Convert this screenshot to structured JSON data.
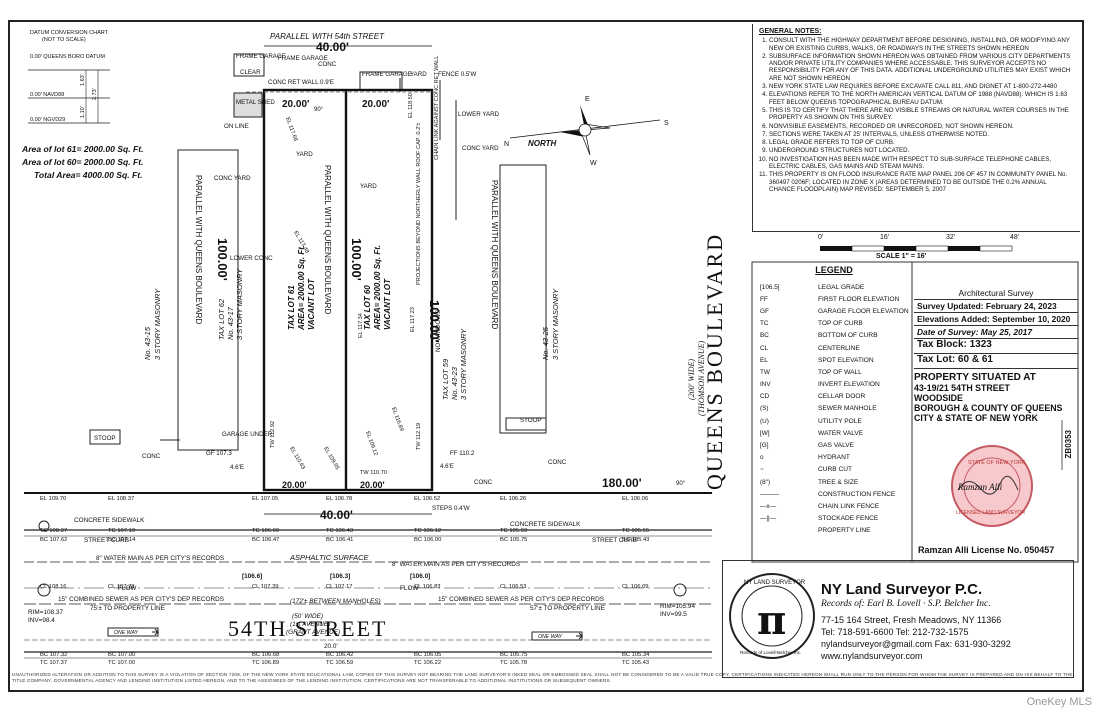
{
  "datum_chart": {
    "title": "DATUM CONVERSION CHART",
    "subtitle": "(NOT TO SCALE)",
    "queens_boro": "0.00' QUEENS BORO DATUM",
    "navd88": "0.00' NAVD88",
    "ngvd29": "0.00' NGVD29",
    "v1": "1.63'",
    "v2": "2.73'",
    "v3": "1.10'"
  },
  "areas": {
    "lot61": "Area of lot 61= 2000.00 Sq. Ft.",
    "lot60": "Area of lot 60= 2000.00 Sq. Ft.",
    "total": "Total Area= 4000.00 Sq. Ft."
  },
  "plan": {
    "top_parallel": "PARALLEL WITH 54th STREET",
    "top_dim": "40.00'",
    "lot_width_left": "20.00'",
    "lot_width_right": "20.00'",
    "bottom_width_left": "20.00'",
    "bottom_width_right": "20.00'",
    "bottom_dim": "40.00'",
    "depth_left": "100.00'",
    "depth_mid": "100.00'",
    "depth_right": "100.00'",
    "dim_180": "180.00'",
    "angle_90": "90°",
    "angle_90b": "90°",
    "parallel_qb": "PARALLEL WITH QUEENS BOULEVARD",
    "lot61_title": "TAX LOT 61",
    "lot61_area": "AREA= 2000.00 Sq. Ft.",
    "lot61_vacant": "VACANT LOT",
    "lot60_title": "TAX LOT 60",
    "lot60_area": "AREA= 2000.00 Sq. Ft.",
    "lot60_vacant": "VACANT LOT",
    "lot62": "TAX LOT 62",
    "lot62_no": "No. 43-17",
    "lot62_story": "3 STORY MASONRY",
    "lot59": "TAX LOT 59",
    "lot59_no": "No. 43-23",
    "lot59_story": "3 STORY MASONRY",
    "left_bldg_no": "No. 43-15",
    "left_bldg_story": "3 STORY MASONRY",
    "right_bldg_no": "No. 43-25",
    "right_bldg_story": "3 STORY MASONRY",
    "frame_garage_1": "FRAME GARAGE",
    "frame_garage_1b": "CLEAR",
    "frame_garage_2": "FRAME GARAGE",
    "frame_garage_3": "FRAME GARAGE",
    "conc": "CONC",
    "conc_yard": "CONC YARD",
    "yard": "YARD",
    "metal_shed": "METAL SHED",
    "on_line": "ON LINE",
    "lower_conc": "LOWER CONC",
    "garage_under": "GARAGE UNDER",
    "gf": "GF 107.3",
    "stoop": "STOOP",
    "no_windows": "NO WINDOWS",
    "projections": "PROJECTIONS BEYOND NORTHERLY WALL ROOF CAP .0.2'±",
    "chain_link": "CHAIN LINK AGAINST CONC RET WALL",
    "lower_yard": "LOWER YARD",
    "conc_ret_wall": "CONC RET WALL 0.9'E",
    "fence": "FENCE 0.5'W",
    "ff": "FF 110.2",
    "ref_e": "4.6'E",
    "steps": "STEPS 0.4'W",
    "north": "NORTH",
    "compass_e": "E",
    "compass_s": "S",
    "compass_w": "W",
    "compass_n": "N",
    "el_117_68": "EL 117.68",
    "el_118_50": "EL 118.50",
    "el_117_48": "EL 117.48",
    "el_117_34": "EL 117.34",
    "el_117_23": "EL 117.23",
    "el_116_89": "EL 116.89",
    "tw_112_92": "TW 112.92",
    "el_110_63": "EL 110.63",
    "el_109_65": "EL 109.65",
    "el_109_12": "EL 109.12",
    "tw_110_70": "TW 110.70",
    "tw_112_19": "TW 112.19",
    "qb_name": "QUEENS BOULEVARD",
    "qb_wide": "(200' WIDE)",
    "qb_thomson": "(THOMSON AVENUE)"
  },
  "street": {
    "concrete_sidewalk_left": "CONCRETE SIDEWALK",
    "concrete_sidewalk_right": "CONCRETE SIDEWALK",
    "street_curb": "STREET CURB",
    "water_main_1": "8\" WATER MAIN AS PER CITY'S RECORDS",
    "water_main_2": "8\" WATER MAIN AS PER CITY'S RECORDS",
    "asphaltic": "ASPHALTIC SURFACE",
    "sewer_1": "15\" COMBINED SEWER AS PER CITY'S DEP RECORDS",
    "sewer_2": "15\" COMBINED SEWER AS PER CITY'S DEP RECORDS",
    "between_manholes": "(172'± BETWEEN MANHOLES)",
    "prop_line_left": "75'± TO PROPERTY LINE",
    "prop_line_right": "57'± TO PROPERTY LINE",
    "flow": "FLOW",
    "one_way": "ONE WAY",
    "street_name": "54TH STREET",
    "street_wide": "(50' WIDE)",
    "first_ave": "(1st AVENUE)",
    "grant_ave": "(GRANT AVENUE)",
    "dim_20": "20.0'",
    "grade_106_6": "[106.6]",
    "grade_106_3": "[106.3]",
    "grade_106_0": "[106.0]",
    "rim_left": "RIM=108.37",
    "inv_left": "INV=98.4",
    "rim_right": "RIM=105.94",
    "inv_right": "INV=99.5",
    "el_values": [
      "EL 109.70",
      "EL 108.37",
      "EL 107.05",
      "EL 106.78",
      "EL 106.52",
      "EL 106.26",
      "EL 106.06"
    ],
    "tc_values": [
      "TC 108.37",
      "TC 107.19",
      "TC 106.60",
      "TC 106.43",
      "TC 106.12",
      "TC 105.93",
      "TC 105.55"
    ],
    "bc_values": [
      "BC 107.62",
      "BC 107.14",
      "BC 106.47",
      "BC 106.41",
      "BC 106.00",
      "BC 105.75",
      "BC 105.43"
    ],
    "cl_values": [
      "CL 108.16",
      "CL 107.78",
      "CL 107.39",
      "CL 107.17",
      "CL 106.83",
      "CL 106.53",
      "CL 106.09"
    ],
    "bottom_bc": [
      "BC 107.32",
      "BC 107.00",
      "BC 106.68",
      "BC 106.42",
      "BC 106.05",
      "BC 105.75",
      "BC 105.34"
    ],
    "bottom_tc": [
      "TC 107.37",
      "TC 107.00",
      "TC 106.89",
      "TC 106.59",
      "TC 106.22",
      "TC 105.78",
      "TC 105.43"
    ]
  },
  "notes": {
    "heading": "GENERAL NOTES:",
    "items": [
      "CONSULT WITH THE HIGHWAY DEPARTMENT BEFORE DESIGNING, INSTALLING, OR MODIFYING ANY NEW OR EXISTING CURBS, WALKS, OR ROADWAYS IN THE STREETS SHOWN HEREON",
      "SUBSURFACE INFORMATION SHOWN HEREON WAS OBTAINED FROM VARIOUS CITY DEPARTMENTS AND/OR PRIVATE UTILITY COMPANIES WHERE ACCESSABLE. THIS SURVEYOR ACCEPTS NO RESPONSIBILITY FOR ANY OF THIS DATA. ADDITIONAL UNDERGROUND UTILITIES MAY EXIST WHICH ARE NOT SHOWN HEREON",
      "NEW YORK STATE LAW REQUIRES BEFORE EXCAVATE CALL 811, AND DIGNET AT 1-800-272-4480",
      "ELEVATIONS REFER TO THE NORTH AMERICAN VERTICAL DATUM OF 1988 (NAVD88). WHICH IS 1.63 FEET BELOW QUEENS TOPOGRAPHICAL BUREAU DATUM.",
      "THIS IS TO CERTIFY THAT THERE ARE NO VISIBLE STREAMS OR NATURAL WATER COURSES IN THE PROPERTY AS SHOWN ON THIS SURVEY.",
      "NONVISIBLE EASEMENTS, RECORDED OR UNRECORDED, NOT SHOWN HEREON.",
      "SECTIONS WERE TAKEN AT 25' INTERVALS, UNLESS OTHERWISE NOTED.",
      "LEGAL GRADE REFERS TO TOP OF CURB.",
      "UNDERGROUND STRUCTURES NOT LOCATED.",
      "NO INVESTIGATION HAS BEEN MADE WITH RESPECT TO SUB-SURFACE TELEPHONE CABLES, ELECTRIC CABLES, GAS MAINS AND STEAM MAINS.",
      "THIS PROPERTY IS ON FLOOD INSURANCE RATE MAP PANEL 206 OF 457 IN COMMUNITY PANEL No. 360497 0206F; LOCATED IN ZONE X (AREAS DETERMINED TO BE OUTSIDE THE 0.2% ANNUAL CHANCE FLOODPLAIN) MAP REVISED: SEPTEMBER 5, 2007"
    ]
  },
  "scale": {
    "ticks": [
      "0'",
      "16'",
      "32'",
      "48'"
    ],
    "caption": "SCALE 1\" = 16'"
  },
  "legend": {
    "heading": "LEGEND",
    "rows": [
      {
        "sym": "[106.5]",
        "label": "LEGAL GRADE"
      },
      {
        "sym": "FF",
        "label": "FIRST FLOOR ELEVATION"
      },
      {
        "sym": "GF",
        "label": "GARAGE FLOOR ELEVATION"
      },
      {
        "sym": "TC",
        "label": "TOP OF CURB"
      },
      {
        "sym": "BC",
        "label": "BOTTOM OF CURB"
      },
      {
        "sym": "CL",
        "label": "CENTERLINE"
      },
      {
        "sym": "EL",
        "label": "SPOT ELEVATION"
      },
      {
        "sym": "TW",
        "label": "TOP OF WALL"
      },
      {
        "sym": "INV",
        "label": "INVERT ELEVATION"
      },
      {
        "sym": "CD",
        "label": "CELLAR DOOR"
      },
      {
        "sym": "(S)",
        "label": "SEWER MANHOLE"
      },
      {
        "sym": "(U)",
        "label": "UTILITY POLE"
      },
      {
        "sym": "[W]",
        "label": "WATER VALVE"
      },
      {
        "sym": "[G]",
        "label": "GAS VALVE"
      },
      {
        "sym": "o",
        "label": "HYDRANT"
      },
      {
        "sym": "~",
        "label": "CURB CUT"
      },
      {
        "sym": "(8\")",
        "label": "TREE & SIZE"
      },
      {
        "sym": "———",
        "label": "CONSTRUCTION FENCE"
      },
      {
        "sym": "—x—",
        "label": "CHAIN LINK FENCE"
      },
      {
        "sym": "—||—",
        "label": "STOCKADE FENCE"
      },
      {
        "sym": "",
        "label": "PROPERTY LINE"
      }
    ]
  },
  "info": {
    "survey_type": "Architectural Survey",
    "updated": "Survey Updated: February 24, 2023",
    "elev_added": "Elevations Added: September 10, 2020",
    "date_survey": "Date of Survey: May 25, 2017",
    "tax_block": "Tax Block: 1323",
    "tax_lot": "Tax Lot: 60 & 61",
    "prop_line1": "PROPERTY SITUATED AT",
    "prop_line2": "43-19/21 54TH STREET",
    "prop_line3": "WOODSIDE",
    "prop_line4": "BOROUGH & COUNTY OF QUEENS",
    "prop_line5": "CITY & STATE OF NEW YORK",
    "file_no": "ZB0353",
    "signer": "Ramzan Alli",
    "license": "License No. 050457"
  },
  "firm": {
    "name": "NY Land Surveyor P.C.",
    "records": "Records of: Earl B. Lovell · S.P. Belcher Inc.",
    "address": "77-15 164 Street, Fresh Meadows, NY 11366",
    "tel": "Tel: 718-591-6600 Tel: 212-732-1575",
    "email": "nylandsurveyor@gmail.com Fax: 631-930-3292",
    "web": "www.nylandsurveyor.com",
    "logo_top": "NY LAND SURVEYOR",
    "logo_bottom": "Records of Lovell-Belcher Inc."
  },
  "seal": {
    "top": "STATE OF NEW YORK",
    "bottom": "LICENSED LAND SURVEYOR"
  },
  "footer": "UNAUTHORIZED ALTERATION OR ADDITION TO THIS SURVEY IS A VIOLATION OF SECTION 7209, OF THE NEW YORK STATE EDUCATIONAL LAW. COPIES OF THIS SURVEY NOT BEARING THE LAND SURVEYOR'S INKED SEAL OR EMBOSSED SEAL SHALL NOT BE CONSIDERED TO BE A VALID TRUE COPY. CERTIFICATIONS INDICATED HEREON SHALL RUN ONLY TO THE PERSON FOR WHOM THE SURVEY IS PREPARED AND ON HIS BEHALF TO THE TITLE COMPANY, GOVERNMENTAL AGENCY AND LENDING INSTITUTION LISTED HEREON, AND TO THE ASSIGNEES OF THE LENDING INSTITUTION. CERTIFICATIONS ARE NOT TRANSFERABLE TO ADDITIONAL INSTITUTIONS OR SUBSEQUENT OWNERS.",
  "watermark": "OneKey MLS"
}
